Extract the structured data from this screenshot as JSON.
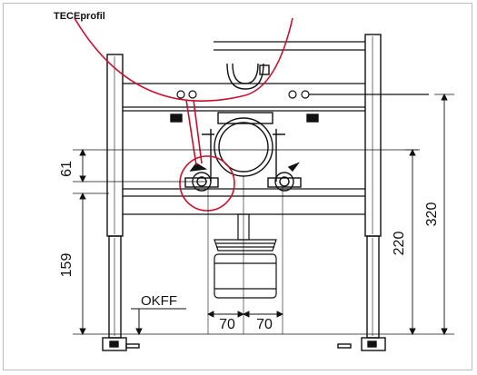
{
  "brand": {
    "name": "TECEprofil"
  },
  "dimensions": {
    "d61": "61",
    "d159": "159",
    "d220": "220",
    "d320": "320",
    "d70_left": "70",
    "d70_right": "70"
  },
  "labels": {
    "floor_level": "OKFF"
  },
  "colors": {
    "detail_circle": "#c8102e",
    "line": "#111111"
  }
}
